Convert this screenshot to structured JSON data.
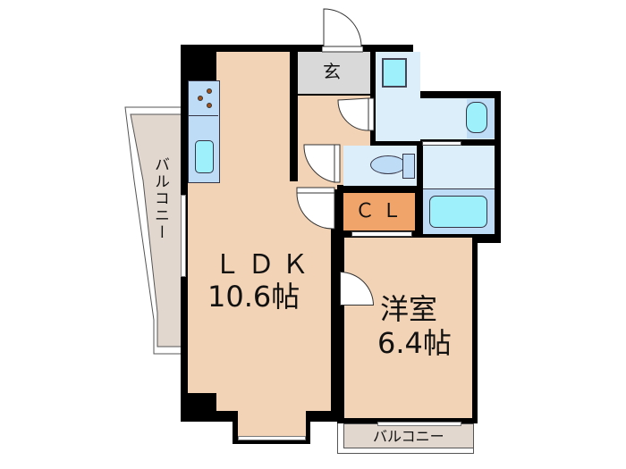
{
  "floorplan": {
    "rooms": {
      "ldk": {
        "name": "ＬＤＫ",
        "size": "10.6帖"
      },
      "western": {
        "name": "洋室",
        "size": "6.4帖"
      },
      "entrance": {
        "name": "玄"
      },
      "closet": {
        "name": "ＣＬ"
      }
    },
    "balconies": {
      "left": "バルコニー",
      "bottom": "バルコニー"
    },
    "colors": {
      "living_floor": "#f3d3b6",
      "wet_area": "#ddeefb",
      "fixtures": "#bfdcf6",
      "entrance": "#d9d9d9",
      "closet": "#f0a469",
      "balcony": "#e1d7ce",
      "wall": "#000000"
    }
  }
}
